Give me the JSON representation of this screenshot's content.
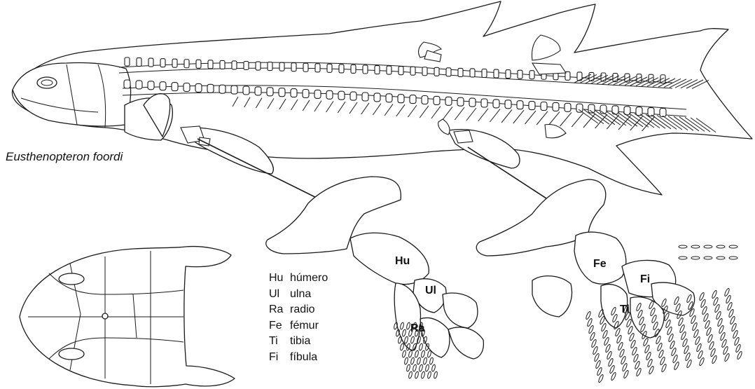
{
  "species_name": "Eusthenopteron foordi",
  "bone_labels": {
    "hu": "Hu",
    "ul": "Ul",
    "ra": "Ra",
    "fe": "Fe",
    "fi": "Fi",
    "ti": "Ti"
  },
  "legend": [
    {
      "abbr": "Hu",
      "name": "húmero"
    },
    {
      "abbr": "Ul",
      "name": "ulna"
    },
    {
      "abbr": "Ra",
      "name": "radio"
    },
    {
      "abbr": "Fe",
      "name": "fémur"
    },
    {
      "abbr": "Ti",
      "name": "tibia"
    },
    {
      "abbr": "Fi",
      "name": "fíbula"
    }
  ]
}
